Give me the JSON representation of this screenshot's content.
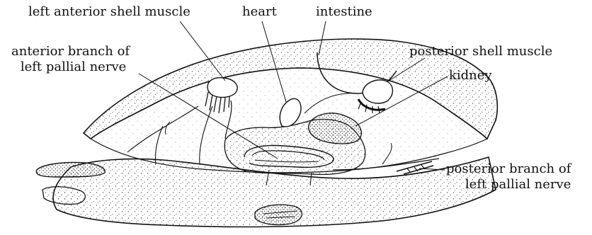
{
  "labels": {
    "left_anterior_shell_muscle": "left anterior shell muscle",
    "heart": "heart",
    "intestine": "intestine",
    "anterior_branch_line1": "anterior branch of",
    "anterior_branch_line2": "left pallial nerve",
    "posterior_shell_muscle": "posterior shell muscle",
    "kidney": "kidney",
    "posterior_branch_line1": "posterior branch of",
    "posterior_branch_line2": "left pallial nerve"
  },
  "colors": {
    "ink": "#111111",
    "stipple": "#555555",
    "background": "#ffffff"
  }
}
